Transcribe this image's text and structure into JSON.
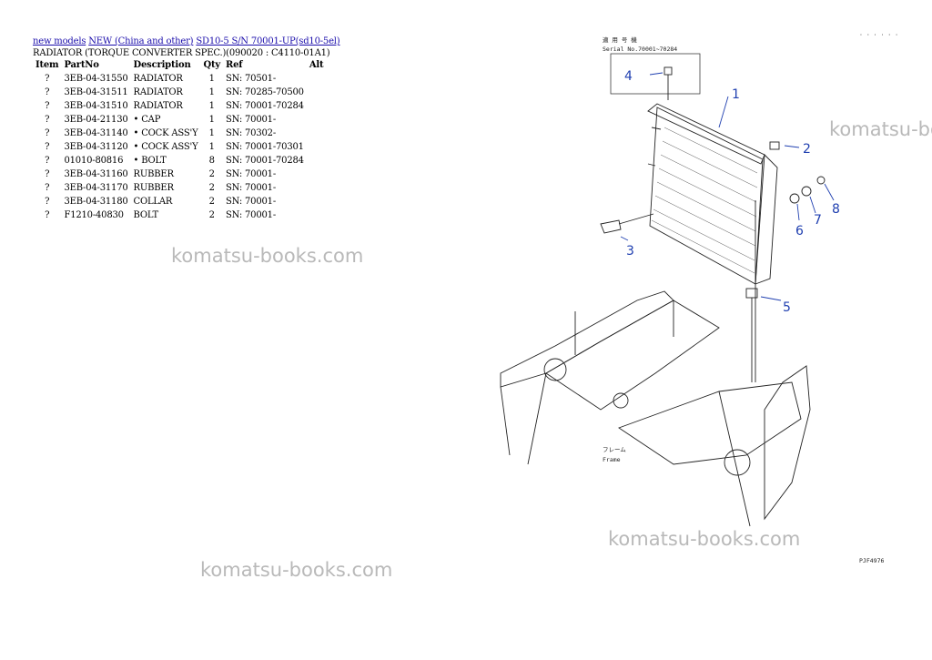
{
  "breadcrumb": {
    "link1": "new models",
    "link2": "NEW (China and other)",
    "link3": "SD10-5 S/N 70001-UP(sd10-5el)"
  },
  "page_subtitle": "RADIATOR (TORQUE CONVERTER SPEC.)(090020 : C4110-01A1)",
  "table": {
    "headers": [
      "Item",
      "PartNo",
      "Description",
      "Qty",
      "Ref",
      "Alt"
    ],
    "rows": [
      [
        "?",
        "3EB-04-31550",
        "RADIATOR",
        "1",
        "SN: 70501-",
        ""
      ],
      [
        "?",
        "3EB-04-31511",
        "RADIATOR",
        "1",
        "SN: 70285-70500",
        ""
      ],
      [
        "?",
        "3EB-04-31510",
        "RADIATOR",
        "1",
        "SN: 70001-70284",
        ""
      ],
      [
        "?",
        "3EB-04-21130",
        "• CAP",
        "1",
        "SN: 70001-",
        ""
      ],
      [
        "?",
        "3EB-04-31140",
        "• COCK ASS'Y",
        "1",
        "SN: 70302-",
        ""
      ],
      [
        "?",
        "3EB-04-31120",
        "• COCK ASS'Y",
        "1",
        "SN: 70001-70301",
        ""
      ],
      [
        "?",
        "01010-80816",
        "• BOLT",
        "8",
        "SN: 70001-70284",
        ""
      ],
      [
        "?",
        "3EB-04-31160",
        "RUBBER",
        "2",
        "SN: 70001-",
        ""
      ],
      [
        "?",
        "3EB-04-31170",
        "RUBBER",
        "2",
        "SN: 70001-",
        ""
      ],
      [
        "?",
        "3EB-04-31180",
        "COLLAR",
        "2",
        "SN: 70001-",
        ""
      ],
      [
        "?",
        "F1210-40830",
        "BOLT",
        "2",
        "SN: 70001-",
        ""
      ]
    ]
  },
  "watermark": "komatsu-books.com",
  "diagram": {
    "callouts": [
      "1",
      "2",
      "3",
      "4",
      "5",
      "6",
      "7",
      "8"
    ],
    "serial_note_line1": "適 用 号 機",
    "serial_note_line2": "Serial No.70001~70284",
    "frame_label_jp": "フレーム",
    "frame_label_en": "Frame",
    "drawing_code": "PJF4976",
    "corner_mark": "· · · · · ·"
  },
  "colors": {
    "link": "#1a0dab",
    "callout": "#1f3fb0",
    "watermark": "#b9b9b9"
  }
}
